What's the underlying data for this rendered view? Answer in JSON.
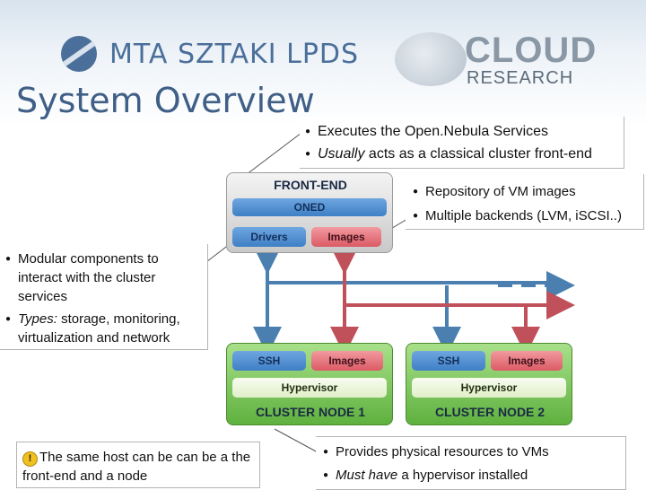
{
  "header": {
    "org_logo_text": "MTA SZTAKI LPDS",
    "page_title": "System Overview",
    "cloud_logo_word1": "CLOUD",
    "cloud_logo_word2": "RESEARCH"
  },
  "frontend_callout": {
    "items": [
      {
        "prefix": "",
        "emphasis": "",
        "text": "Executes the Open.Nebula Services"
      },
      {
        "prefix": "",
        "emphasis": "Usually",
        "text": " acts as a classical cluster front-end"
      }
    ]
  },
  "images_callout": {
    "items": [
      "Repository of VM images",
      "Multiple backends (LVM, iSCSI..)"
    ]
  },
  "modules_callout": {
    "item1": "Modular components to interact with the cluster services",
    "item2_emphasis": "Types:",
    "item2_text": " storage, monitoring, virtualization and network"
  },
  "note_callout": {
    "icon": "warning-icon",
    "text": "The same host can be can be a the front-end and a node"
  },
  "nodes_callout": {
    "item1": "Provides physical resources to VMs",
    "item2_emphasis": "Must have",
    "item2_text": " a hypervisor installed"
  },
  "diagram": {
    "frontend": {
      "title": "FRONT-END",
      "oned": "ONED",
      "drivers": "Drivers",
      "images": "Images"
    },
    "node1": {
      "ssh": "SSH",
      "images": "Images",
      "hypervisor": "Hypervisor",
      "title": "CLUSTER NODE 1"
    },
    "node2": {
      "ssh": "SSH",
      "images": "Images",
      "hypervisor": "Hypervisor",
      "title": "CLUSTER NODE 2"
    },
    "colors": {
      "blue_link": "#4a7fb0",
      "red_link": "#c0505a",
      "node_green": "#6fc04c",
      "pill_blue": "#4b8fd6",
      "pill_red": "#e56a72"
    }
  }
}
